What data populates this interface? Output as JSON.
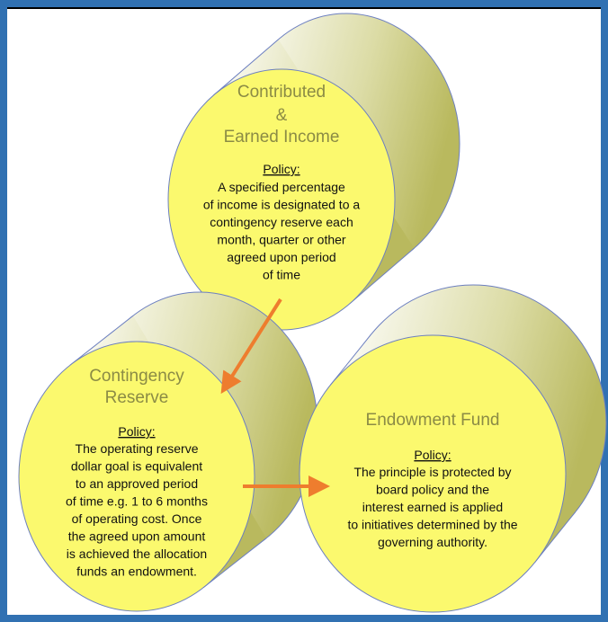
{
  "cylinders": [
    {
      "id": "income",
      "title_lines": [
        "Contributed",
        "&",
        "Earned Income"
      ],
      "policy_label": "Policy:",
      "body_lines": [
        "A specified percentage",
        "of income is designated to a",
        "contingency reserve each",
        "month, quarter or other",
        "agreed upon period",
        "of time"
      ]
    },
    {
      "id": "reserve",
      "title_lines": [
        "Contingency",
        "Reserve"
      ],
      "policy_label": "Policy:",
      "body_lines": [
        "The operating reserve",
        "dollar goal is equivalent",
        "to an approved period",
        "of time e.g. 1 to 6 months",
        "of operating cost. Once",
        "the agreed upon amount",
        "is achieved the allocation",
        "funds an endowment."
      ]
    },
    {
      "id": "endowment",
      "title_lines": [
        "Endowment Fund"
      ],
      "policy_label": "Policy:",
      "body_lines": [
        "The principle is protected by",
        "board policy and the",
        "interest earned is applied",
        "to initiatives determined by the",
        "governing authority."
      ]
    }
  ],
  "colors": {
    "face": "#fbf96e",
    "side": "#c8c87a",
    "outline": "#6c7fc0",
    "arrow": "#ee7d2e",
    "frame": "#3171b2"
  }
}
